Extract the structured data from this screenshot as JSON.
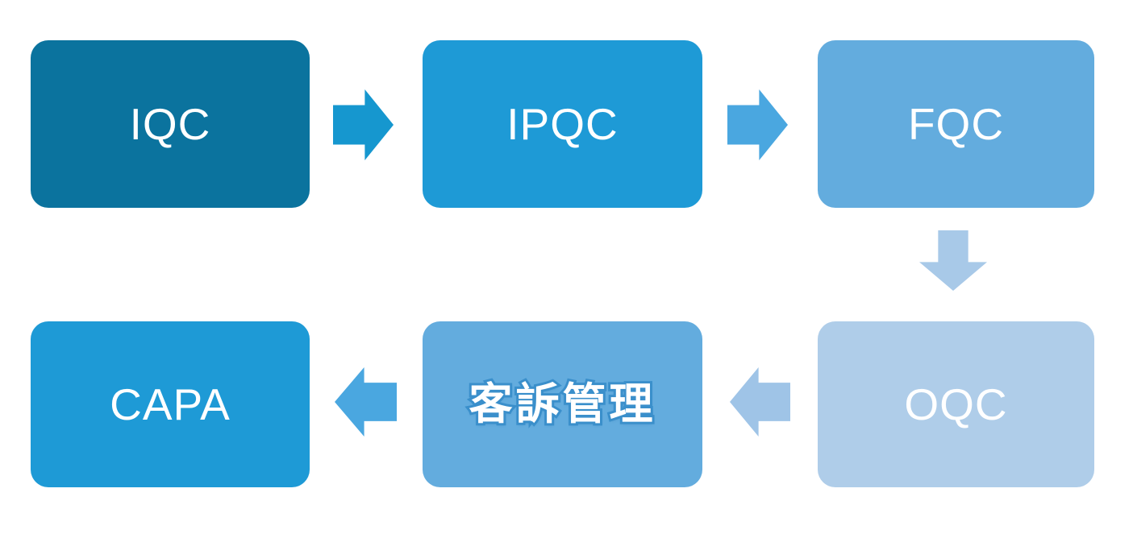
{
  "flow": {
    "background": "#FFFFFF",
    "boxes": [
      {
        "id": "iqc",
        "label": "IQC",
        "color": "#0B739E",
        "text_color": "#FFFFFF"
      },
      {
        "id": "ipqc",
        "label": "IPQC",
        "color": "#1E9AD6",
        "text_color": "#FFFFFF"
      },
      {
        "id": "fqc",
        "label": "FQC",
        "color": "#63ACDE",
        "text_color": "#FFFFFF"
      },
      {
        "id": "oqc",
        "label": "OQC",
        "color": "#AFCDE9",
        "text_color": "#FFFFFF"
      },
      {
        "id": "complaint",
        "label": "客訴管理",
        "color": "#63ACDE",
        "text_color": "#FFFFFF",
        "outline_color": "#3A8FCB"
      },
      {
        "id": "capa",
        "label": "CAPA",
        "color": "#1E9AD6",
        "text_color": "#FFFFFF"
      }
    ],
    "arrows": [
      {
        "from": "IQC",
        "to": "IPQC",
        "direction": "right",
        "color": "#1697CF"
      },
      {
        "from": "IPQC",
        "to": "FQC",
        "direction": "right",
        "color": "#4AA7E0"
      },
      {
        "from": "FQC",
        "to": "OQC",
        "direction": "down",
        "color": "#A8C9E8"
      },
      {
        "from": "OQC",
        "to": "客訴管理",
        "direction": "left",
        "color": "#9FC4E7"
      },
      {
        "from": "客訴管理",
        "to": "CAPA",
        "direction": "left",
        "color": "#4AA7E0"
      }
    ]
  }
}
